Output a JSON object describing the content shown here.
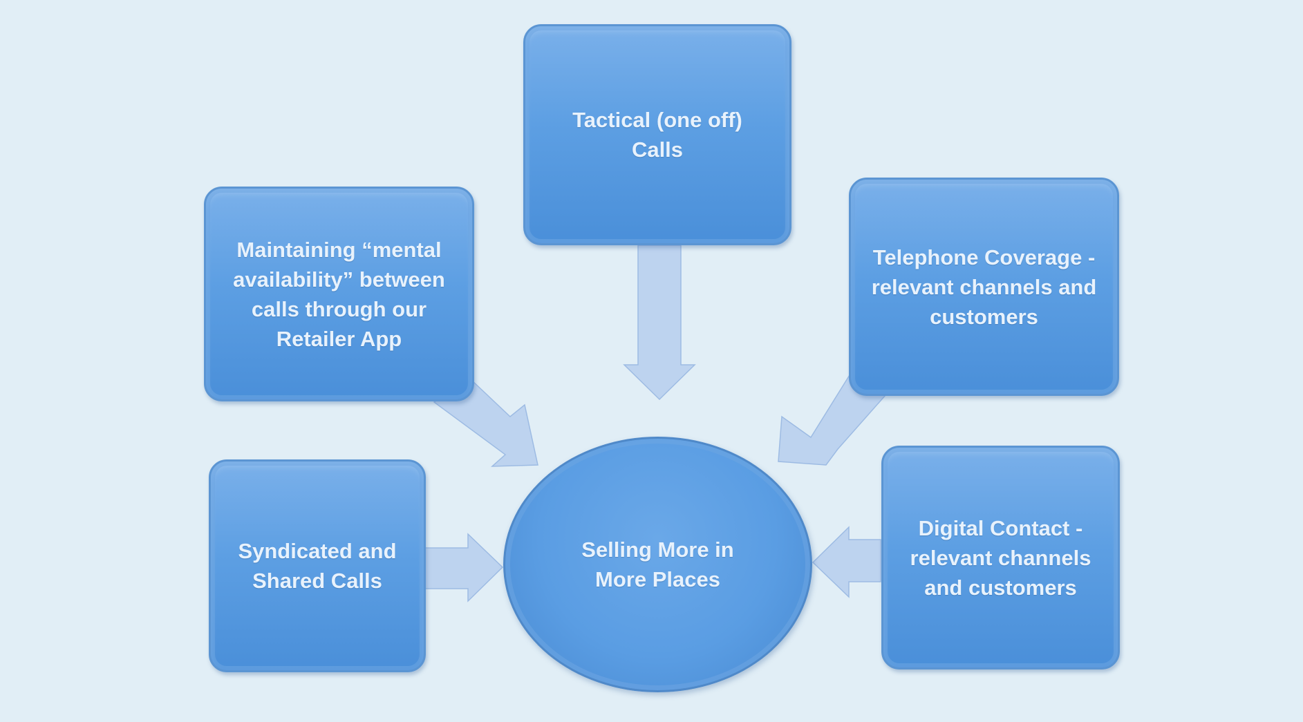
{
  "diagram": {
    "center": {
      "label": "Selling More in More Places"
    },
    "nodes": [
      {
        "id": "tactical",
        "label": "Tactical (one off) Calls"
      },
      {
        "id": "mental-availability",
        "label": "Maintaining “mental availability” between calls through our Retailer App"
      },
      {
        "id": "telephone",
        "label": "Telephone Coverage - relevant channels and customers"
      },
      {
        "id": "syndicated",
        "label": "Syndicated and Shared Calls"
      },
      {
        "id": "digital",
        "label": "Digital Contact - relevant channels and customers"
      }
    ],
    "colors": {
      "background": "#e1eef6",
      "node_fill": "#5d9fe3",
      "node_border": "#5b95d3",
      "arrow_fill": "#bdd3ef",
      "text": "#e8f2fc"
    }
  }
}
